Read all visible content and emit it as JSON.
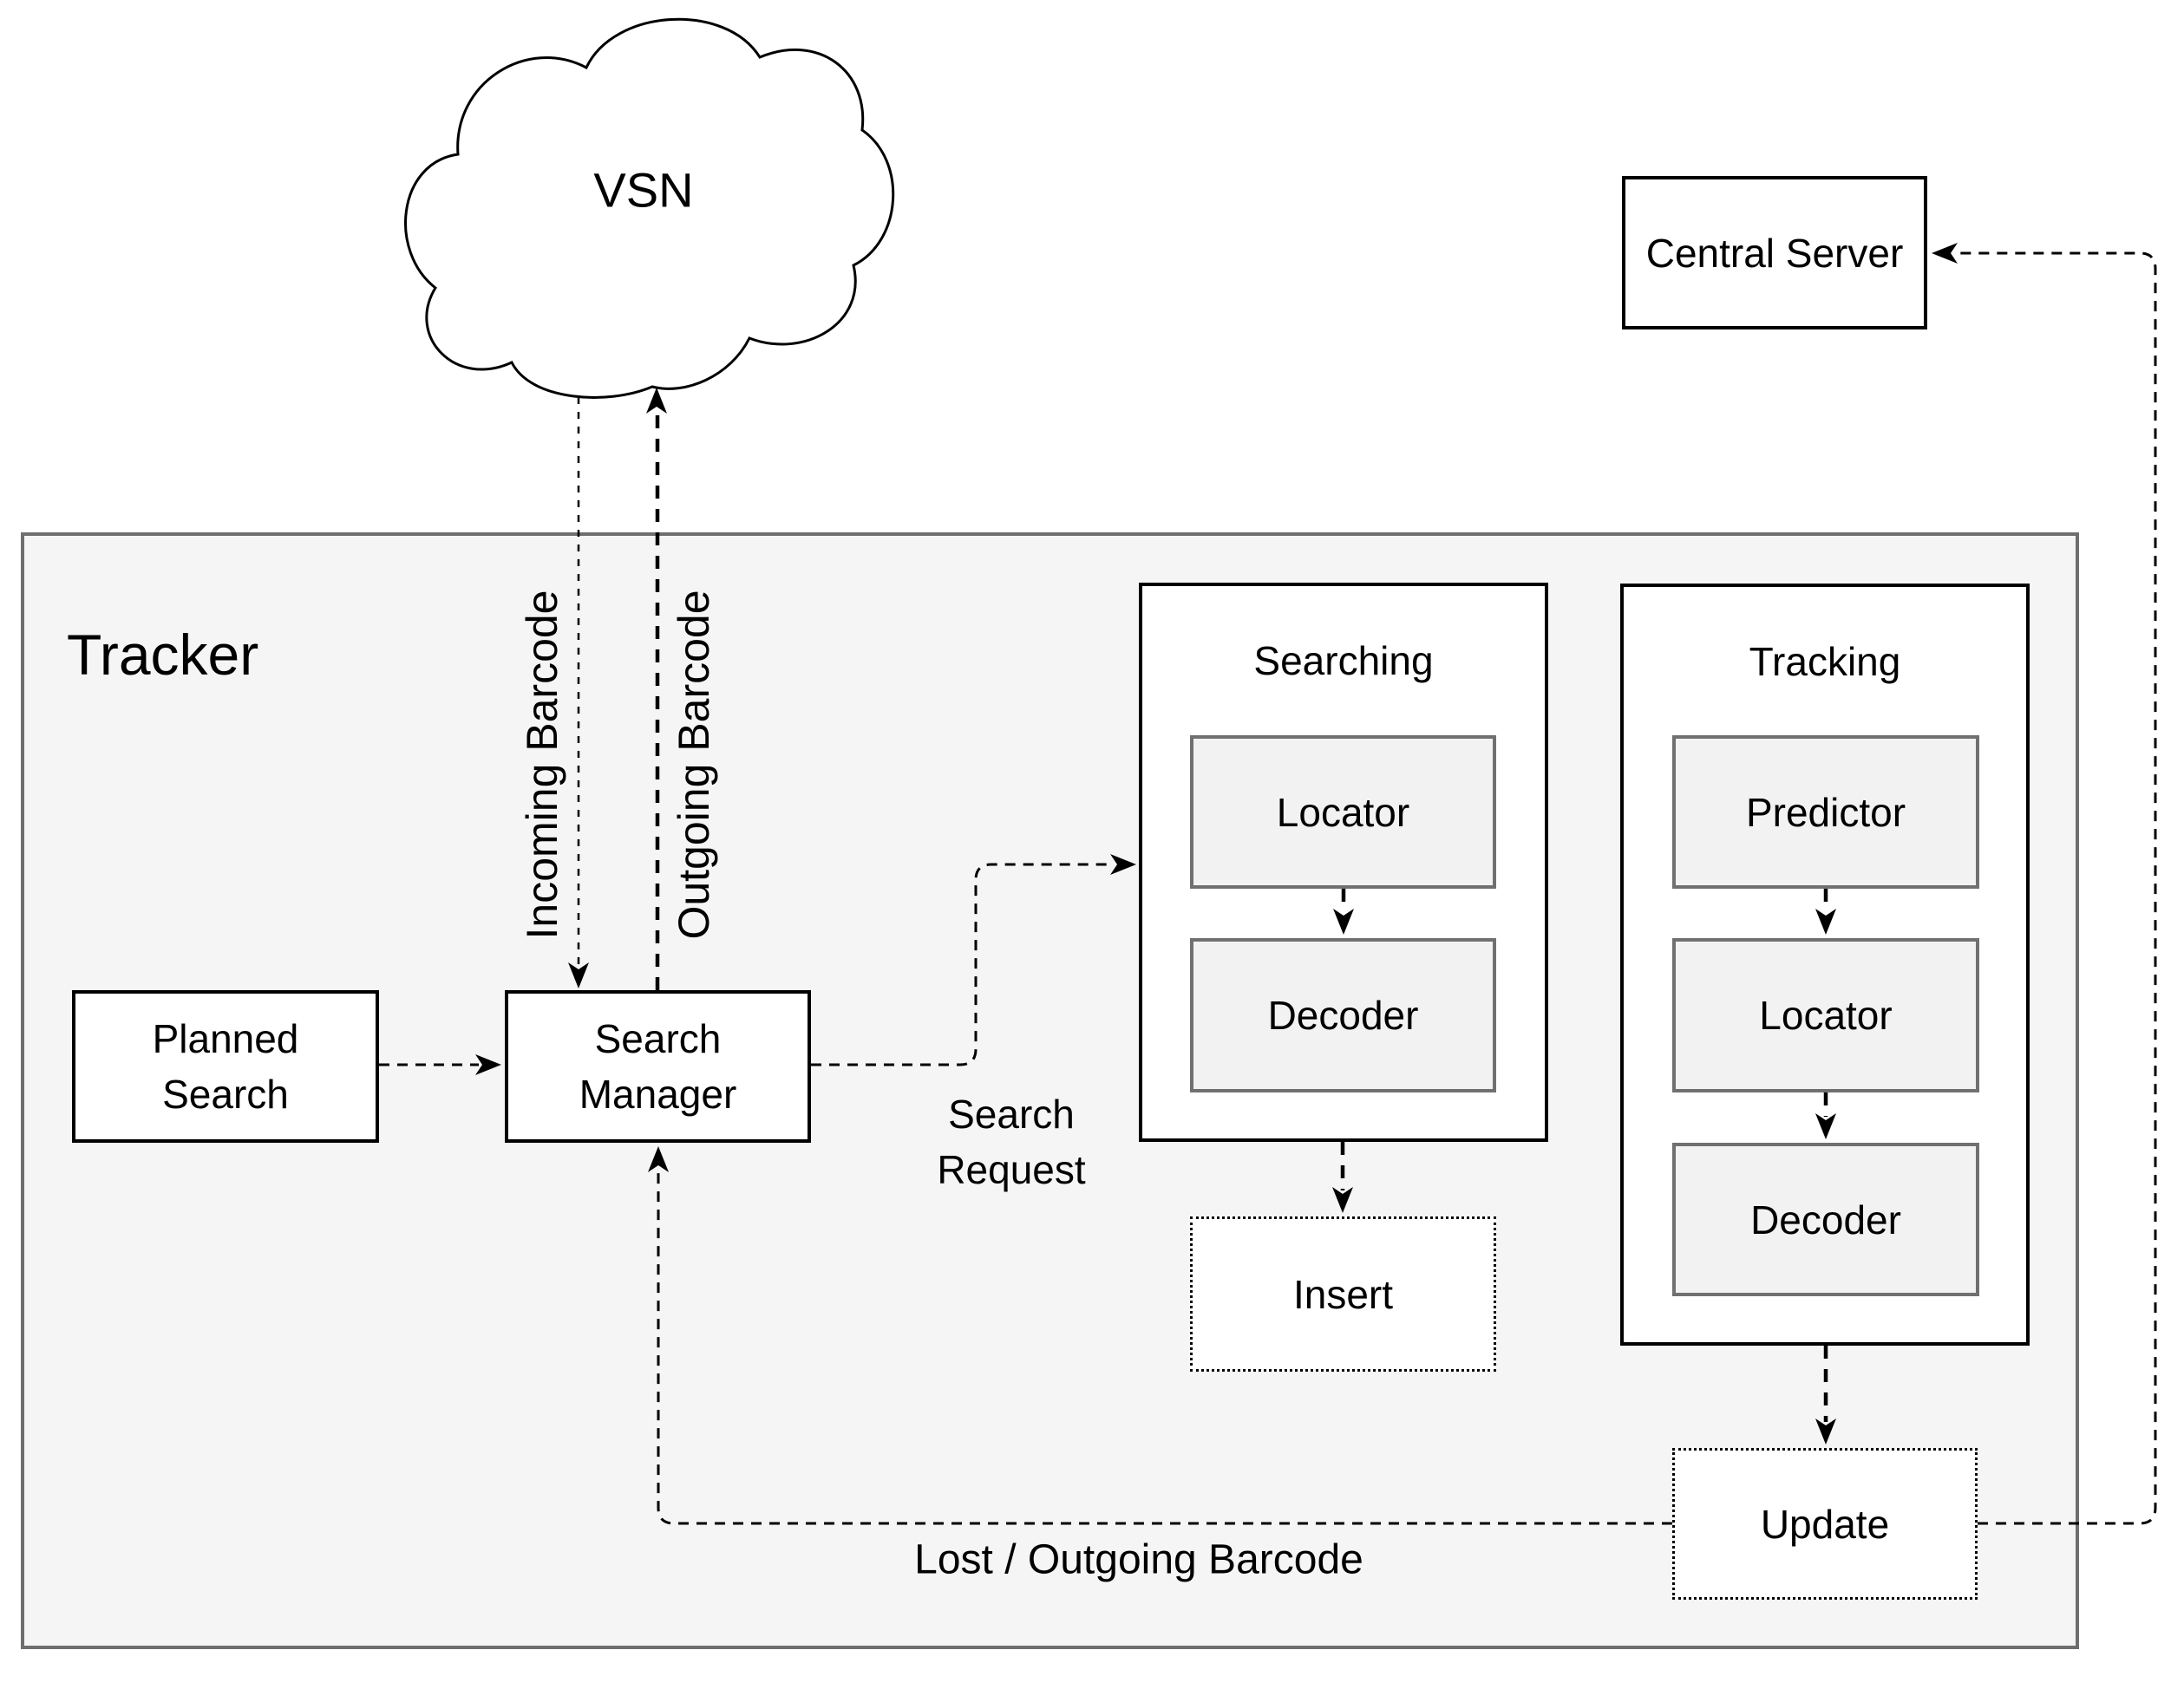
{
  "title": "Tracker system architecture diagram",
  "colors": {
    "page_background": "#FFFFFF",
    "tracker_fill": "#F5F5F5",
    "tracker_border": "#6E6E6E",
    "module_fill": "#F2F2F2",
    "module_border": "#707070",
    "box_border": "#000000",
    "box_fill": "#FFFFFF",
    "connector": "#000000",
    "text": "#000000"
  },
  "nodes": {
    "vsn": "VSN",
    "central_server": "Central Server",
    "tracker": "Tracker",
    "planned_search": {
      "line1": "Planned",
      "line2": "Search"
    },
    "search_manager": {
      "line1": "Search",
      "line2": "Manager"
    },
    "searching": "Searching",
    "searching_locator": "Locator",
    "searching_decoder": "Decoder",
    "insert": "Insert",
    "tracking": "Tracking",
    "tracking_predictor": "Predictor",
    "tracking_locator": "Locator",
    "tracking_decoder": "Decoder",
    "update": "Update"
  },
  "edge_labels": {
    "incoming_barcode": "Incoming Barcode",
    "outgoing_barcode": "Outgoing Barcode",
    "search_request": {
      "line1": "Search",
      "line2": "Request"
    },
    "lost_outgoing_barcode": "Lost / Outgoing Barcode"
  }
}
